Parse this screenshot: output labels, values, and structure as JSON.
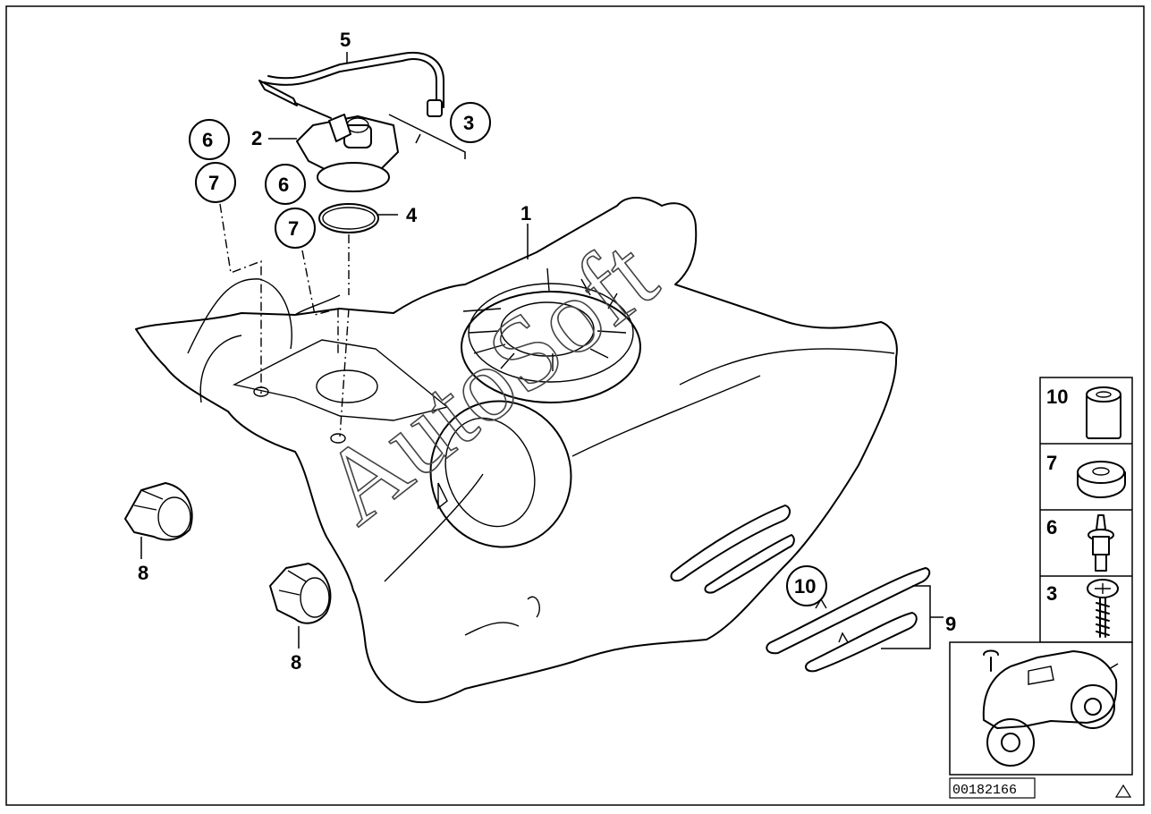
{
  "diagram": {
    "callouts": [
      {
        "id": "c1",
        "label": "1"
      },
      {
        "id": "c2",
        "label": "2"
      },
      {
        "id": "c3",
        "label": "3"
      },
      {
        "id": "c4",
        "label": "4"
      },
      {
        "id": "c5",
        "label": "5"
      },
      {
        "id": "c6a",
        "label": "6"
      },
      {
        "id": "c6b",
        "label": "6"
      },
      {
        "id": "c7a",
        "label": "7"
      },
      {
        "id": "c7b",
        "label": "7"
      },
      {
        "id": "c8a",
        "label": "8"
      },
      {
        "id": "c8b",
        "label": "8"
      },
      {
        "id": "c9",
        "label": "9"
      },
      {
        "id": "c10",
        "label": "10"
      }
    ],
    "legend": [
      {
        "label": "10",
        "icon": "spacer-sleeve-icon"
      },
      {
        "label": "7",
        "icon": "rubber-washer-icon"
      },
      {
        "label": "6",
        "icon": "expanding-rivet-icon"
      },
      {
        "label": "3",
        "icon": "screw-icon"
      }
    ],
    "watermark": "AutoSoft",
    "catalog_number": "00182166",
    "overview_icon": "motorcycle-icon",
    "corner_icon": "triangle-icon"
  }
}
